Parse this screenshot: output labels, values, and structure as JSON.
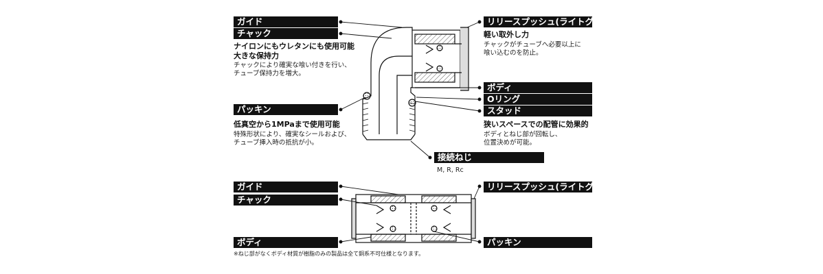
{
  "top": {
    "labels": {
      "guide": "ガイド",
      "chuck": "チャック",
      "packing": "パッキン",
      "release_push": "リリースプッシュ(ライトグレー)",
      "body": "ボディ",
      "oring": "Oリング",
      "stud": "スタッド",
      "connection_thread": "接続ねじ"
    },
    "chuck_title_line1": "ナイロンにもウレタンにも使用可能",
    "chuck_title_line2": "大きな保持力",
    "chuck_desc_line1": "チャックにより確実な喰い付きを行い、",
    "chuck_desc_line2": "チューブ保持力を増大。",
    "packing_title": "低真空から1MPaまで使用可能",
    "packing_desc_line1": "特殊形状により、確実なシールおよび、",
    "packing_desc_line2": "チューブ挿入時の抵抗が小。",
    "release_title": "軽い取外し力",
    "release_desc_line1": "チャックがチューブへ必要以上に",
    "release_desc_line2": "喰い込むのを防止。",
    "stud_title": "狭いスペースでの配管に効果的",
    "stud_desc_line1": "ボディとねじ部が回転し、",
    "stud_desc_line2": "位置決めが可能。",
    "thread_types": "M, R, Rc"
  },
  "bottom": {
    "labels": {
      "guide": "ガイド",
      "chuck": "チャック",
      "body": "ボディ",
      "release_push": "リリースプッシュ(ライトグレー)",
      "packing": "パッキン"
    },
    "footnote": "※ねじ部がなくボディ材質が樹脂のみの製品は全て銅系不可仕様となります。"
  }
}
